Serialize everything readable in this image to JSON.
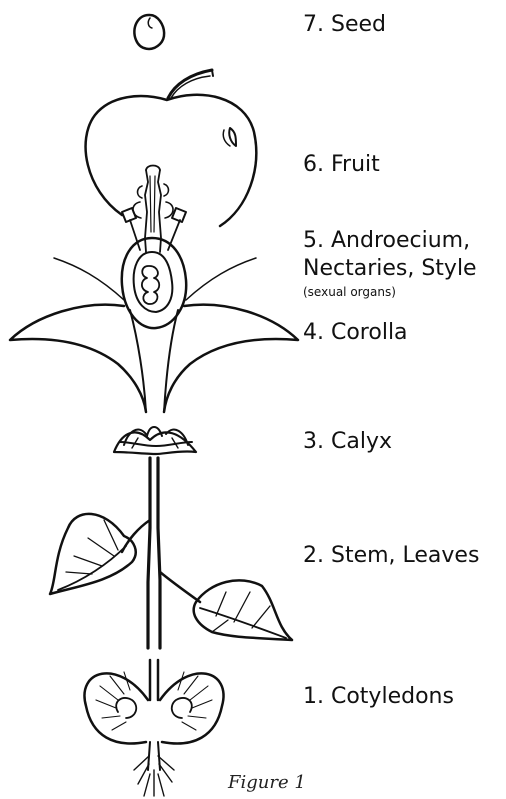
{
  "labels": {
    "seed": "7. Seed",
    "fruit": "6. Fruit",
    "androecium_line1": "5. Androecium,",
    "androecium_line2": "Nectaries, Style",
    "androecium_sub": "(sexual organs)",
    "corolla": "4. Corolla",
    "calyx": "3. Calyx",
    "stem_leaves": "2. Stem, Leaves",
    "cotyledons": "1. Cotyledons"
  },
  "caption": "Figure 1",
  "ink_color": "#111111"
}
